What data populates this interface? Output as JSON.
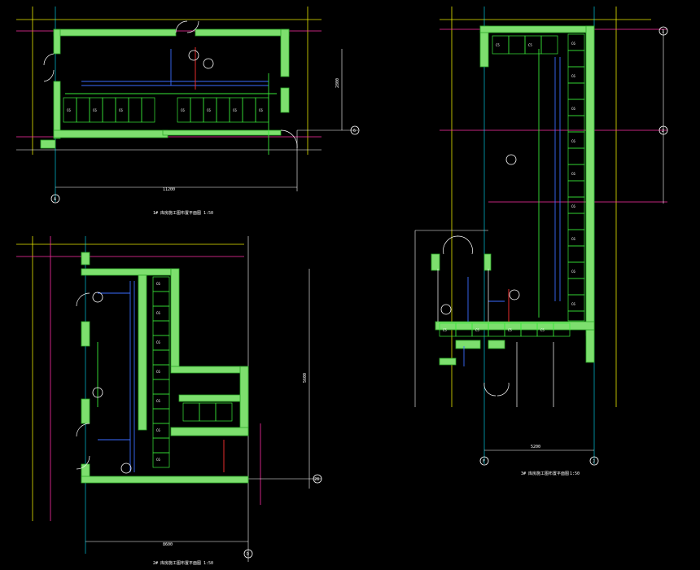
{
  "plans": [
    {
      "id": "plan-top-left",
      "title": "1# 库房施工图布置平面图",
      "scale": "1:50",
      "axis_dimension": "11200",
      "axis_left": "A",
      "axis_right": "6",
      "side_dimension": "2800"
    },
    {
      "id": "plan-bottom-left",
      "title": "2# 库房施工图布置平面图",
      "scale": "1:50",
      "axis_bottom": "D",
      "axis_right": "28",
      "axis_dimension": "8600",
      "side_dimension": "5600"
    },
    {
      "id": "plan-right",
      "title": "3# 库房施工图布置平面图",
      "scale": "1:50",
      "axis_left": "F",
      "axis_right": "J",
      "axis_dimension": "5200",
      "axis_side_1": "1",
      "axis_side_2": "2"
    }
  ],
  "cell_labels": {
    "cabinet": "C6",
    "cabinet_alt": "C5",
    "note": "1#"
  }
}
